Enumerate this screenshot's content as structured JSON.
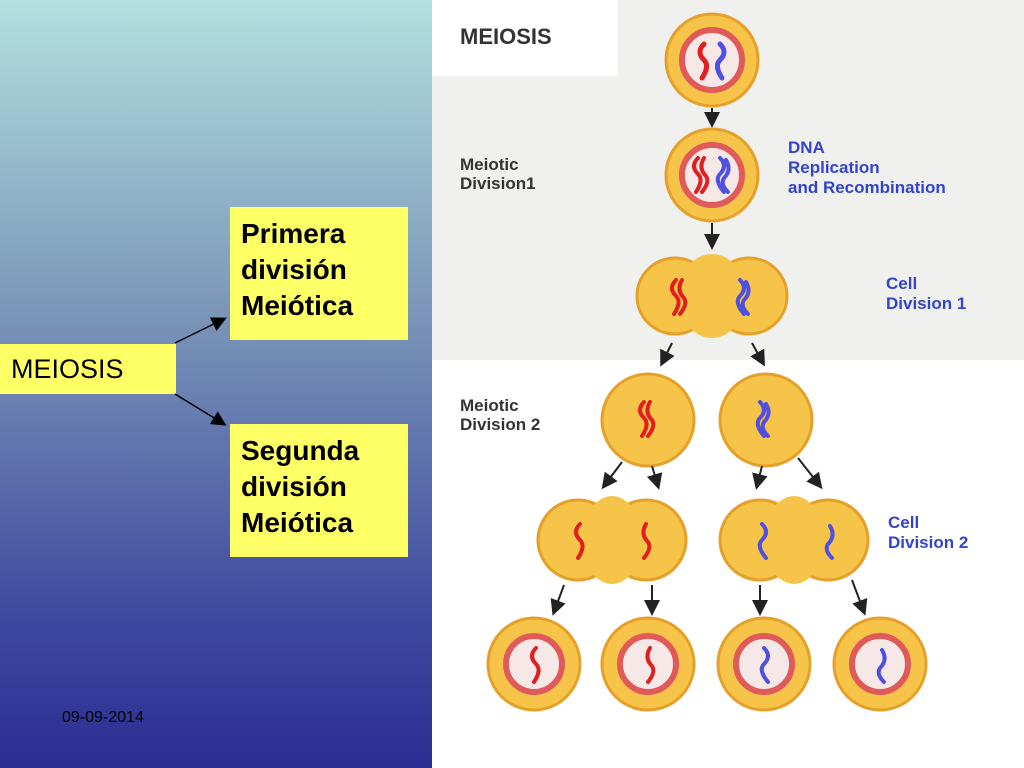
{
  "left": {
    "meiosis_label": "MEIOSIS",
    "first_division": {
      "line1": "Primera",
      "line2": "división",
      "line3": "Meiótica"
    },
    "second_division": {
      "line1": "Segunda",
      "line2": "división",
      "line3": "Meiótica"
    },
    "date": "09-09-2014"
  },
  "panel": {
    "title": "MEIOSIS",
    "meiotic_division_1": {
      "line1": "Meiotic",
      "line2": "Division1"
    },
    "meiotic_division_2": {
      "line1": "Meiotic",
      "line2": "Division 2"
    },
    "dna_replication": {
      "line1": "DNA",
      "line2": "Replication",
      "line3": "and Recombination"
    },
    "cell_division_1": {
      "line1": "Cell",
      "line2": "Division 1"
    },
    "cell_division_2": {
      "line1": "Cell",
      "line2": "Division 2"
    }
  },
  "colors": {
    "label_box": "#ffff66",
    "cell_fill": "#f7c44a",
    "cell_outline": "#e6a02a",
    "nucleus_ring": "#e05a5a",
    "nucleus_fill": "#f7e8e8",
    "chromosome_red": "#e02020",
    "chromosome_blue": "#5050e0",
    "panel_label_blue": "#3344cc"
  }
}
